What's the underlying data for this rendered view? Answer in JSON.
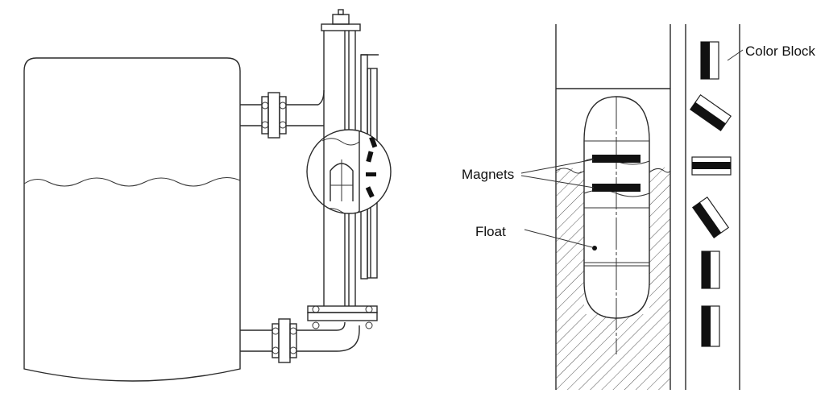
{
  "labels": {
    "magnets": "Magnets",
    "float": "Float",
    "color_block": "Color Block"
  },
  "colors": {
    "line": "#2a2a2a",
    "block": "#111111",
    "background": "#ffffff"
  }
}
